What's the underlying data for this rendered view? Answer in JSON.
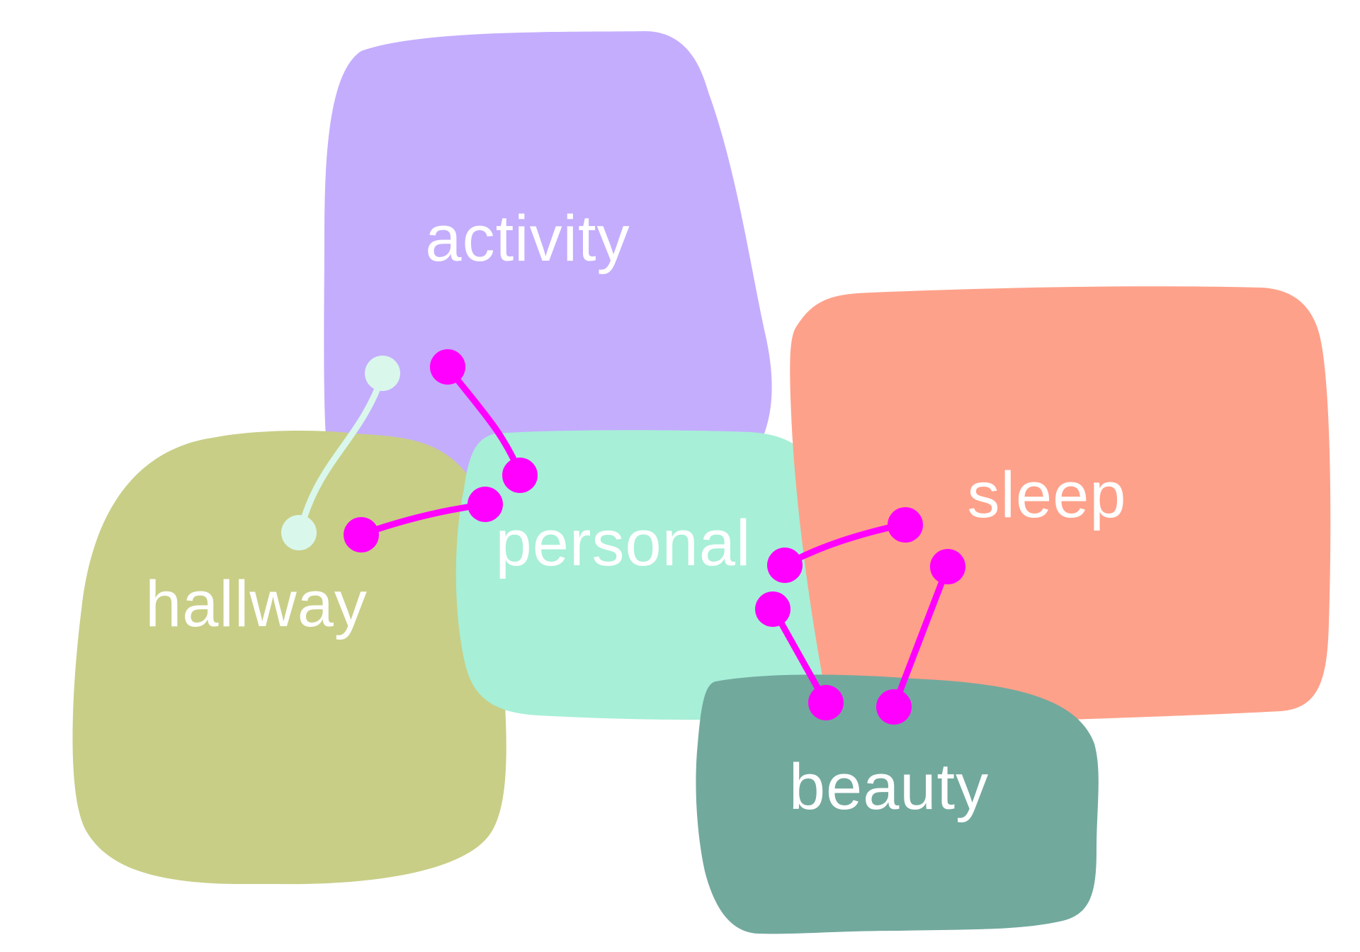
{
  "areas": [
    {
      "id": "activity",
      "label": "activity",
      "color": "#c4adfd"
    },
    {
      "id": "hallway",
      "label": "hallway",
      "color": "#c8ce86"
    },
    {
      "id": "personal",
      "label": "personal",
      "color": "#a7efd7"
    },
    {
      "id": "sleep",
      "label": "sleep",
      "color": "#fea18a"
    },
    {
      "id": "beauty",
      "label": "beauty",
      "color": "#72a99d"
    }
  ],
  "connections": [
    {
      "from": "activity",
      "to": "hallway",
      "color": "#daf7ec"
    },
    {
      "from": "activity",
      "to": "personal",
      "color": "#ff00ff"
    },
    {
      "from": "hallway",
      "to": "personal",
      "color": "#ff00ff"
    },
    {
      "from": "personal",
      "to": "sleep",
      "color": "#ff00ff"
    },
    {
      "from": "personal",
      "to": "beauty",
      "color": "#ff00ff"
    },
    {
      "from": "sleep",
      "to": "beauty",
      "color": "#ff00ff"
    }
  ]
}
